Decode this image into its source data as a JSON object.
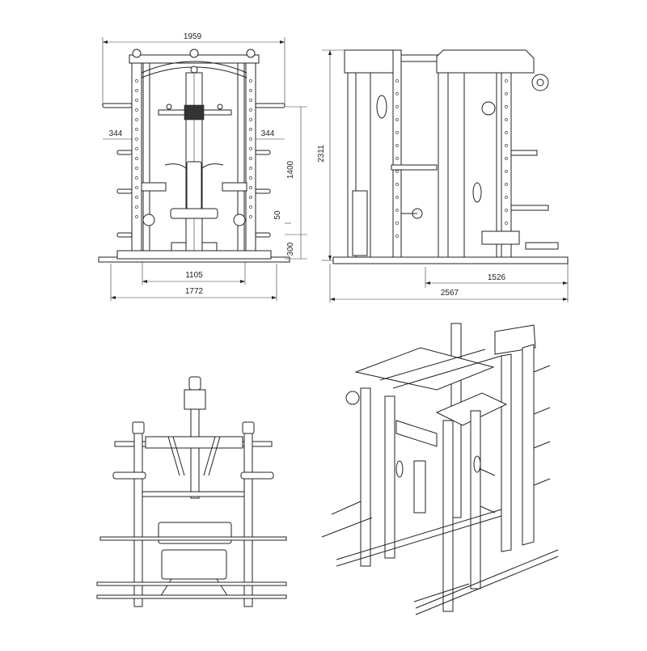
{
  "figure": {
    "dims": {
      "front_width": "1959",
      "front_side_left": "344",
      "front_side_right": "344",
      "front_inner": "1105",
      "front_base": "1772",
      "front_height_1400": "1400",
      "front_height_50": "50",
      "front_height_300": "300",
      "side_height": "2311",
      "side_depth_partial": "1526",
      "side_depth_total": "2567"
    }
  }
}
